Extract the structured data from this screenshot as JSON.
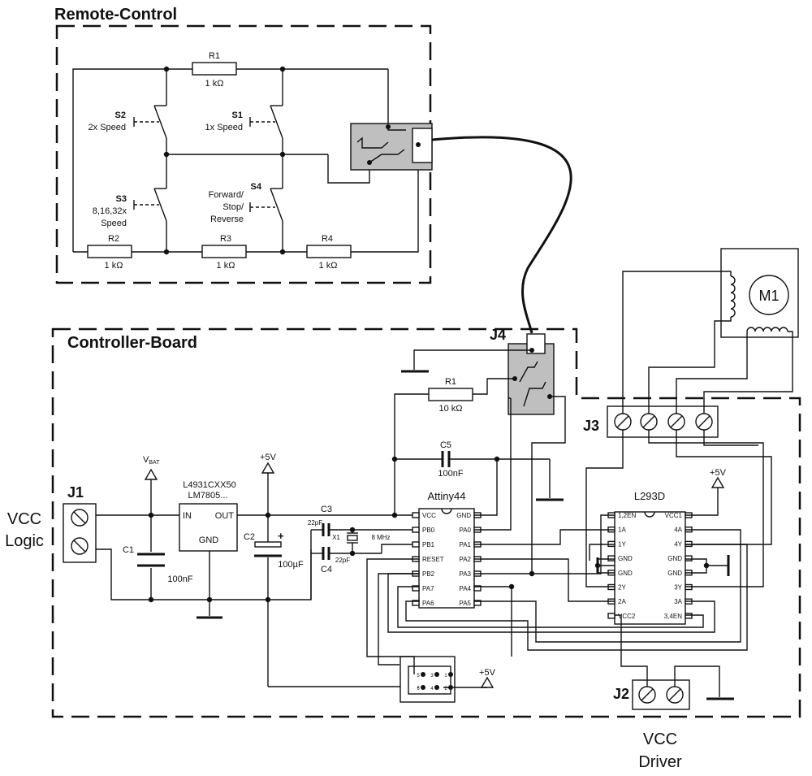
{
  "remote": {
    "title": "Remote-Control",
    "r1": {
      "name": "R1",
      "value": "1 kΩ"
    },
    "r2": {
      "name": "R2",
      "value": "1 kΩ"
    },
    "r3": {
      "name": "R3",
      "value": "1 kΩ"
    },
    "r4": {
      "name": "R4",
      "value": "1 kΩ"
    },
    "s1": {
      "name": "S1",
      "label": "1x Speed"
    },
    "s2": {
      "name": "S2",
      "label": "2x Speed"
    },
    "s3": {
      "name": "S3",
      "label1": "8,16,32x",
      "label2": "Speed"
    },
    "s4": {
      "name": "S4",
      "label1": "Forward/",
      "label2": "Stop/",
      "label3": "Reverse"
    }
  },
  "board": {
    "title": "Controller-Board",
    "j1": "J1",
    "j2": "J2",
    "j3": "J3",
    "j4": "J4",
    "m1": "M1",
    "vcc_logic": {
      "line1": "VCC",
      "line2": "Logic"
    },
    "vcc_driver": {
      "line1": "VCC",
      "line2": "Driver"
    },
    "vbat": {
      "main": "V",
      "sub": "BAT"
    },
    "plus5v": "+5V",
    "regulator": {
      "name1": "L4931CXX50",
      "name2": "LM7805...",
      "in": "IN",
      "out": "OUT",
      "gnd": "GND"
    },
    "c1": {
      "name": "C1",
      "value": "100nF"
    },
    "c2": {
      "name": "C2",
      "value": "100µF",
      "plus": "+"
    },
    "c3": {
      "name": "C3",
      "value": "22pF"
    },
    "c4": {
      "name": "C4",
      "value": "22pF"
    },
    "c5": {
      "name": "C5",
      "value": "100nF"
    },
    "x1": {
      "name": "X1",
      "value": "8 MHz"
    },
    "r1": {
      "name": "R1",
      "value": "10 kΩ"
    },
    "attiny": {
      "name": "Attiny44",
      "left": [
        "VCC",
        "PB0",
        "PB1",
        "RESET",
        "PB2",
        "PA7",
        "PA6"
      ],
      "right": [
        "GND",
        "PA0",
        "PA1",
        "PA2",
        "PA3",
        "PA4",
        "PA5"
      ]
    },
    "l293": {
      "name": "L293D",
      "left": [
        "1,2EN",
        "1A",
        "1Y",
        "GND",
        "GND",
        "2Y",
        "2A",
        "VCC2"
      ],
      "right": [
        "VCC1",
        "4A",
        "4Y",
        "GND",
        "GND",
        "3Y",
        "3A",
        "3,4EN"
      ]
    },
    "isp_pins": [
      "5",
      "3",
      "1",
      "6",
      "4",
      "2"
    ]
  }
}
